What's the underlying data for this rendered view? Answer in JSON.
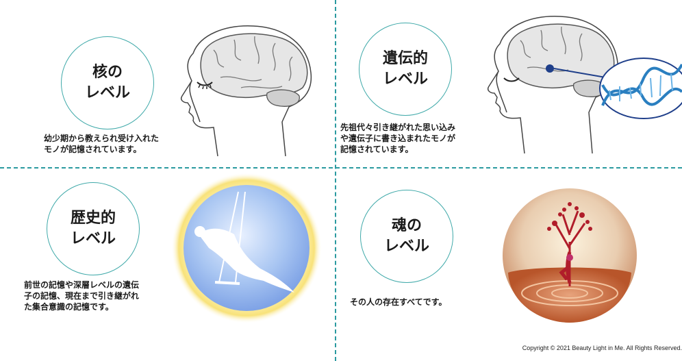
{
  "quadrants": [
    {
      "title": "核の\nレベル",
      "description": "幼少期から教えられ受け入れた\nモノが記憶されています。",
      "illustration": "head-brain-profile"
    },
    {
      "title": "遺伝的\nレベル",
      "description": "先祖代々引き継がれた思い込み\nや遺伝子に書き込まれたモノが\n記憶されています。",
      "illustration": "head-brain-dna"
    },
    {
      "title": "歴史的\nレベル",
      "description": "前世の記憶や深層レベルの遺伝\n子の記憶、現在まで引き継がれ\nた集合意識の記憶です。",
      "illustration": "swing-silhouette-sun"
    },
    {
      "title": "魂の\nレベル",
      "description": "その人の存在すべてです。",
      "illustration": "tree-woman-ripples"
    }
  ],
  "footer": {
    "copyright": "Copyright © 2021 Beauty Light in Me. All Rights Reserved."
  },
  "colors": {
    "divider": "#2a9aa0",
    "circle_border": "#3fa9a9",
    "dna": "#2a7fc0"
  }
}
